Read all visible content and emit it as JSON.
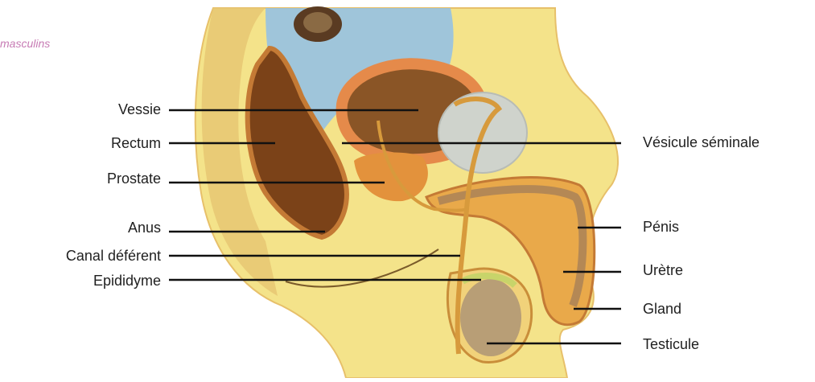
{
  "caption": "masculins",
  "colors": {
    "skin": "#f4e38a",
    "skin_dark": "#d9a64a",
    "bladder_fill": "#7fb3e0",
    "bladder_wall": "#e58a4a",
    "rectum": "#8a4b1c",
    "prostate": "#e3923c",
    "vesicle": "#c8cfc8",
    "testis": "#b89e76",
    "duct": "#d79a3c",
    "leader": "#111111",
    "label_text": "#1f1f1f",
    "caption_text": "#c77bb4"
  },
  "labels_left": [
    {
      "id": "vessie",
      "text": "Vessie"
    },
    {
      "id": "rectum",
      "text": "Rectum"
    },
    {
      "id": "prostate",
      "text": "Prostate"
    },
    {
      "id": "anus",
      "text": "Anus"
    },
    {
      "id": "canal",
      "text": "Canal déférent"
    },
    {
      "id": "epididyme",
      "text": "Epididyme"
    }
  ],
  "labels_right": [
    {
      "id": "vesicule",
      "text": "Vésicule séminale"
    },
    {
      "id": "penis",
      "text": "Pénis"
    },
    {
      "id": "uretre",
      "text": "Urètre"
    },
    {
      "id": "gland",
      "text": "Gland"
    },
    {
      "id": "testicule",
      "text": "Testicule"
    }
  ]
}
